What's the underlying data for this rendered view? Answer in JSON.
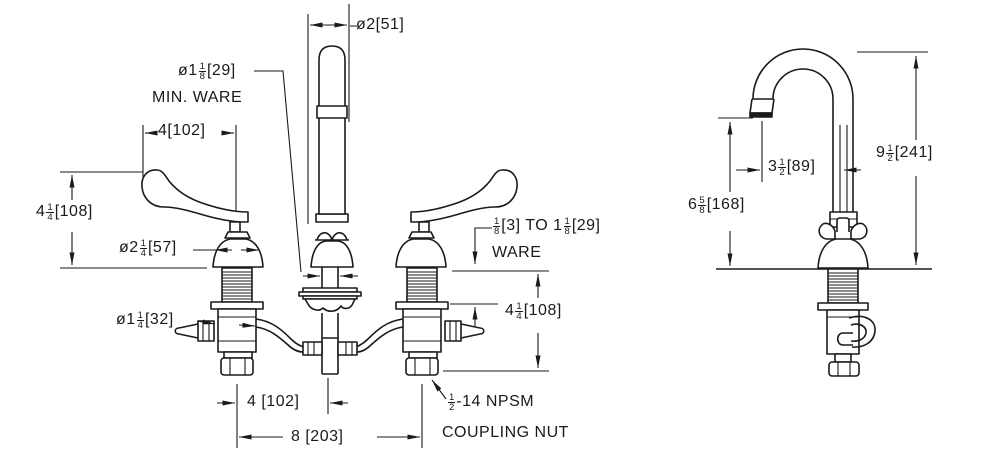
{
  "colors": {
    "ink": "#1a1a1a",
    "paper": "#ffffff"
  },
  "front_view": {
    "dim_spout_escutcheon_dia": "ø2[51]",
    "dim_min_ware": [
      {
        "t": "ø1"
      },
      {
        "f": [
          "1",
          "8"
        ]
      },
      {
        "t": "[29]"
      }
    ],
    "dim_min_ware_note": "MIN. WARE",
    "dim_handle_length": "4[102]",
    "dim_handle_height": [
      {
        "t": "4"
      },
      {
        "f": [
          "1",
          "4"
        ]
      },
      {
        "t": "[108]"
      }
    ],
    "dim_handle_escutcheon_dia": [
      {
        "t": "ø2"
      },
      {
        "f": [
          "1",
          "4"
        ]
      },
      {
        "t": "[57]"
      }
    ],
    "dim_ware_thickness": [
      {
        "f": [
          "1",
          "8"
        ]
      },
      {
        "t": "[3] TO 1"
      },
      {
        "f": [
          "1",
          "8"
        ]
      },
      {
        "t": "[29]"
      }
    ],
    "dim_ware_thickness_note": "WARE",
    "dim_below_deck_length": [
      {
        "t": "4"
      },
      {
        "f": [
          "1",
          "4"
        ]
      },
      {
        "t": "[108]"
      }
    ],
    "dim_valve_body_dia": [
      {
        "t": "ø1"
      },
      {
        "f": [
          "1",
          "4"
        ]
      },
      {
        "t": "[32]"
      }
    ],
    "dim_half_spread": "4 [102]",
    "dim_full_spread": "8 [203]",
    "note_coupling_thread": [
      {
        "f": [
          "1",
          "2"
        ]
      },
      {
        "t": "-14 NPSM"
      }
    ],
    "note_coupling_name": "COUPLING NUT"
  },
  "side_view": {
    "dim_spout_reach": [
      {
        "t": "3"
      },
      {
        "f": [
          "1",
          "2"
        ]
      },
      {
        "t": " [89]"
      }
    ],
    "dim_overall_height": [
      {
        "t": "9"
      },
      {
        "f": [
          "1",
          "2"
        ]
      },
      {
        "t": " [241]"
      }
    ],
    "dim_outlet_height": [
      {
        "t": "6"
      },
      {
        "f": [
          "5",
          "8"
        ]
      },
      {
        "t": " [168]"
      }
    ]
  }
}
